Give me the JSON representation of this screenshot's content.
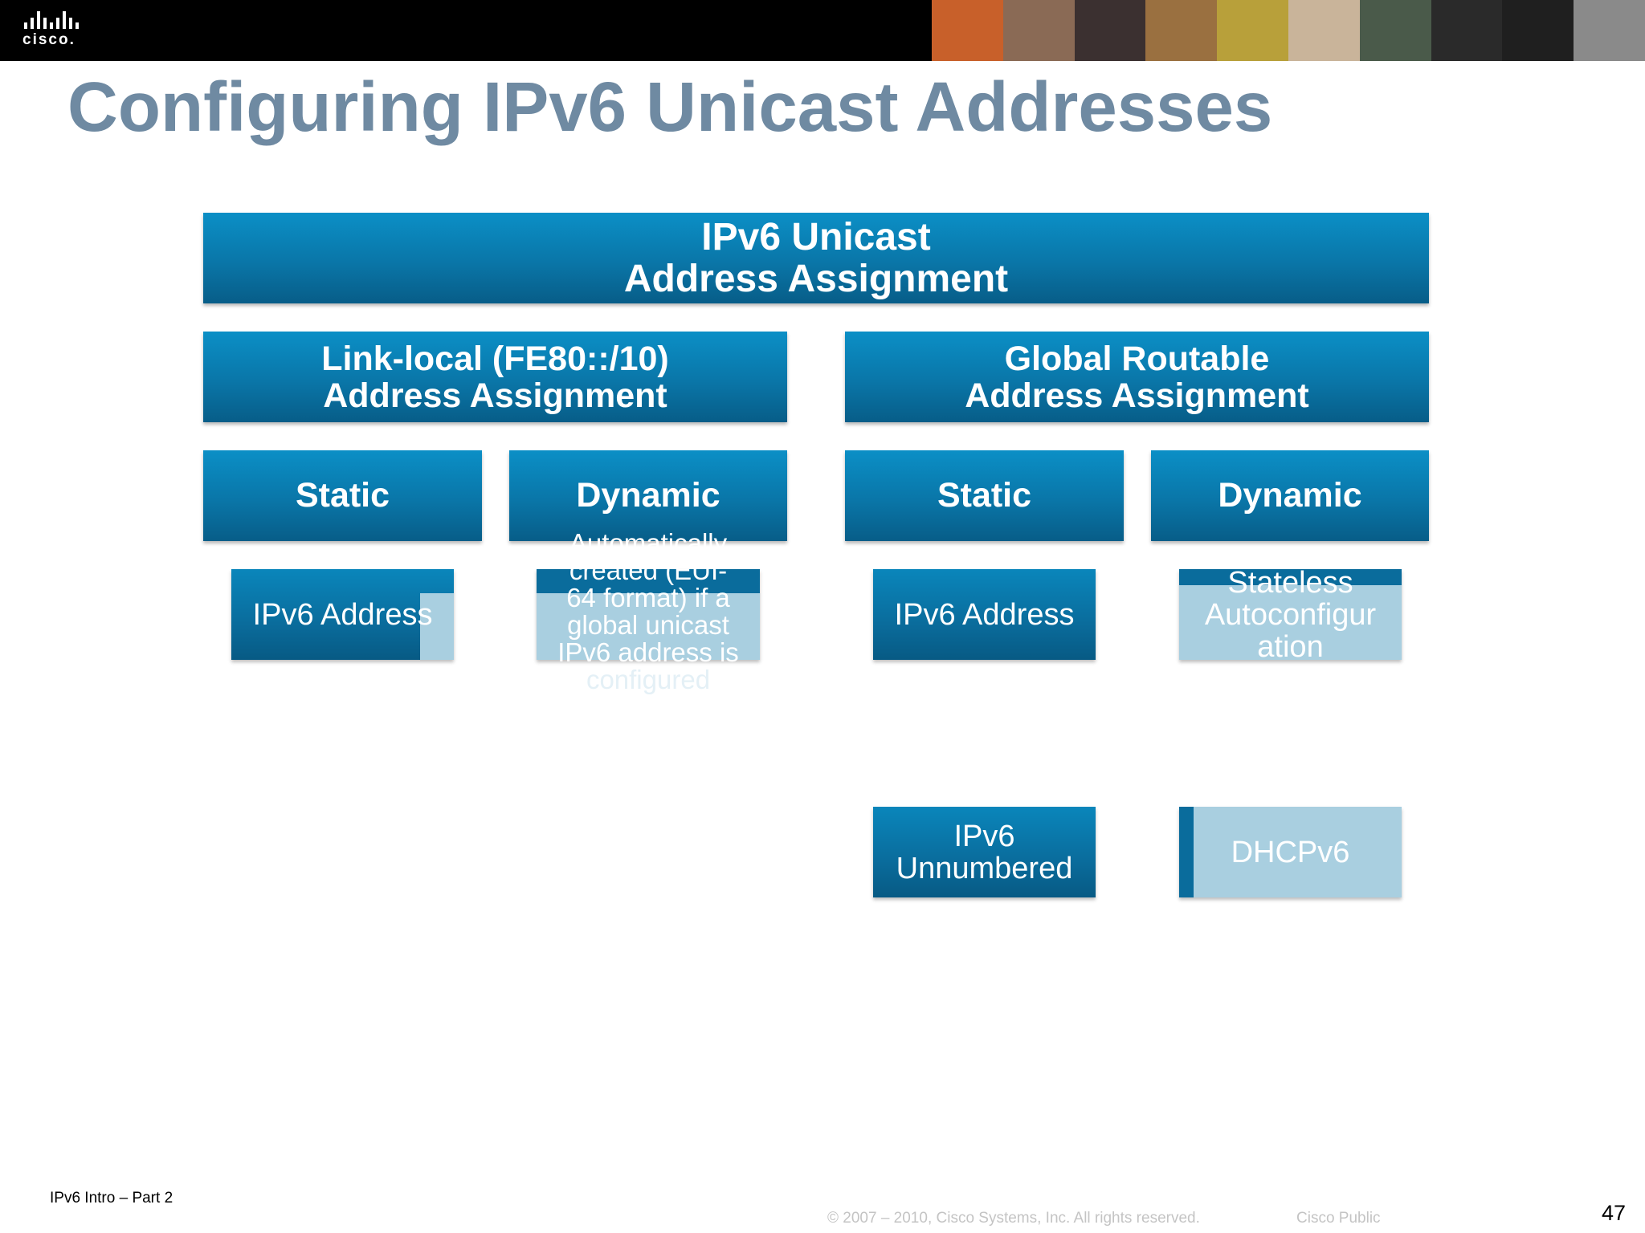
{
  "header": {
    "logo_text": "cisco.",
    "photo_colors": [
      "#c8602a",
      "#8a6a55",
      "#3b3030",
      "#9a7040",
      "#b8a03a",
      "#c9b49a",
      "#4a5a4a",
      "#2a2a2a",
      "#1f1f1f",
      "#8a8a8a"
    ]
  },
  "title": "Configuring IPv6 Unicast Addresses",
  "diagram": {
    "root": {
      "line1": "IPv6 Unicast",
      "line2": "Address Assignment"
    },
    "link_local": {
      "line1": "Link-local (FE80::/10)",
      "line2": "Address Assignment"
    },
    "global": {
      "line1": "Global Routable",
      "line2": "Address Assignment"
    },
    "ll_static": "Static",
    "ll_dynamic": "Dynamic",
    "gl_static": "Static",
    "gl_dynamic": "Dynamic",
    "ll_static_leaf": "IPv6 Address",
    "ll_dynamic_leaf": [
      "Automatically",
      "created (EUI-",
      "64 format) if a",
      "global unicast",
      "IPv6 address is",
      "configured"
    ],
    "gl_static_leaf1": "IPv6 Address",
    "gl_static_leaf2": {
      "line1": "IPv6",
      "line2": "Unnumbered"
    },
    "gl_dynamic_leaf1": [
      "Stateless",
      "Autoconfigur",
      "ation"
    ],
    "gl_dynamic_leaf2": "DHCPv6",
    "colors": {
      "box": "#0a76a8",
      "faded": "#a9cfe0",
      "title": "#6f8aa2"
    }
  },
  "footer": {
    "left": "IPv6 Intro – Part 2",
    "copyright": "© 2007 – 2010, Cisco Systems, Inc. All rights reserved.",
    "classification": "Cisco Public",
    "page": "47"
  }
}
